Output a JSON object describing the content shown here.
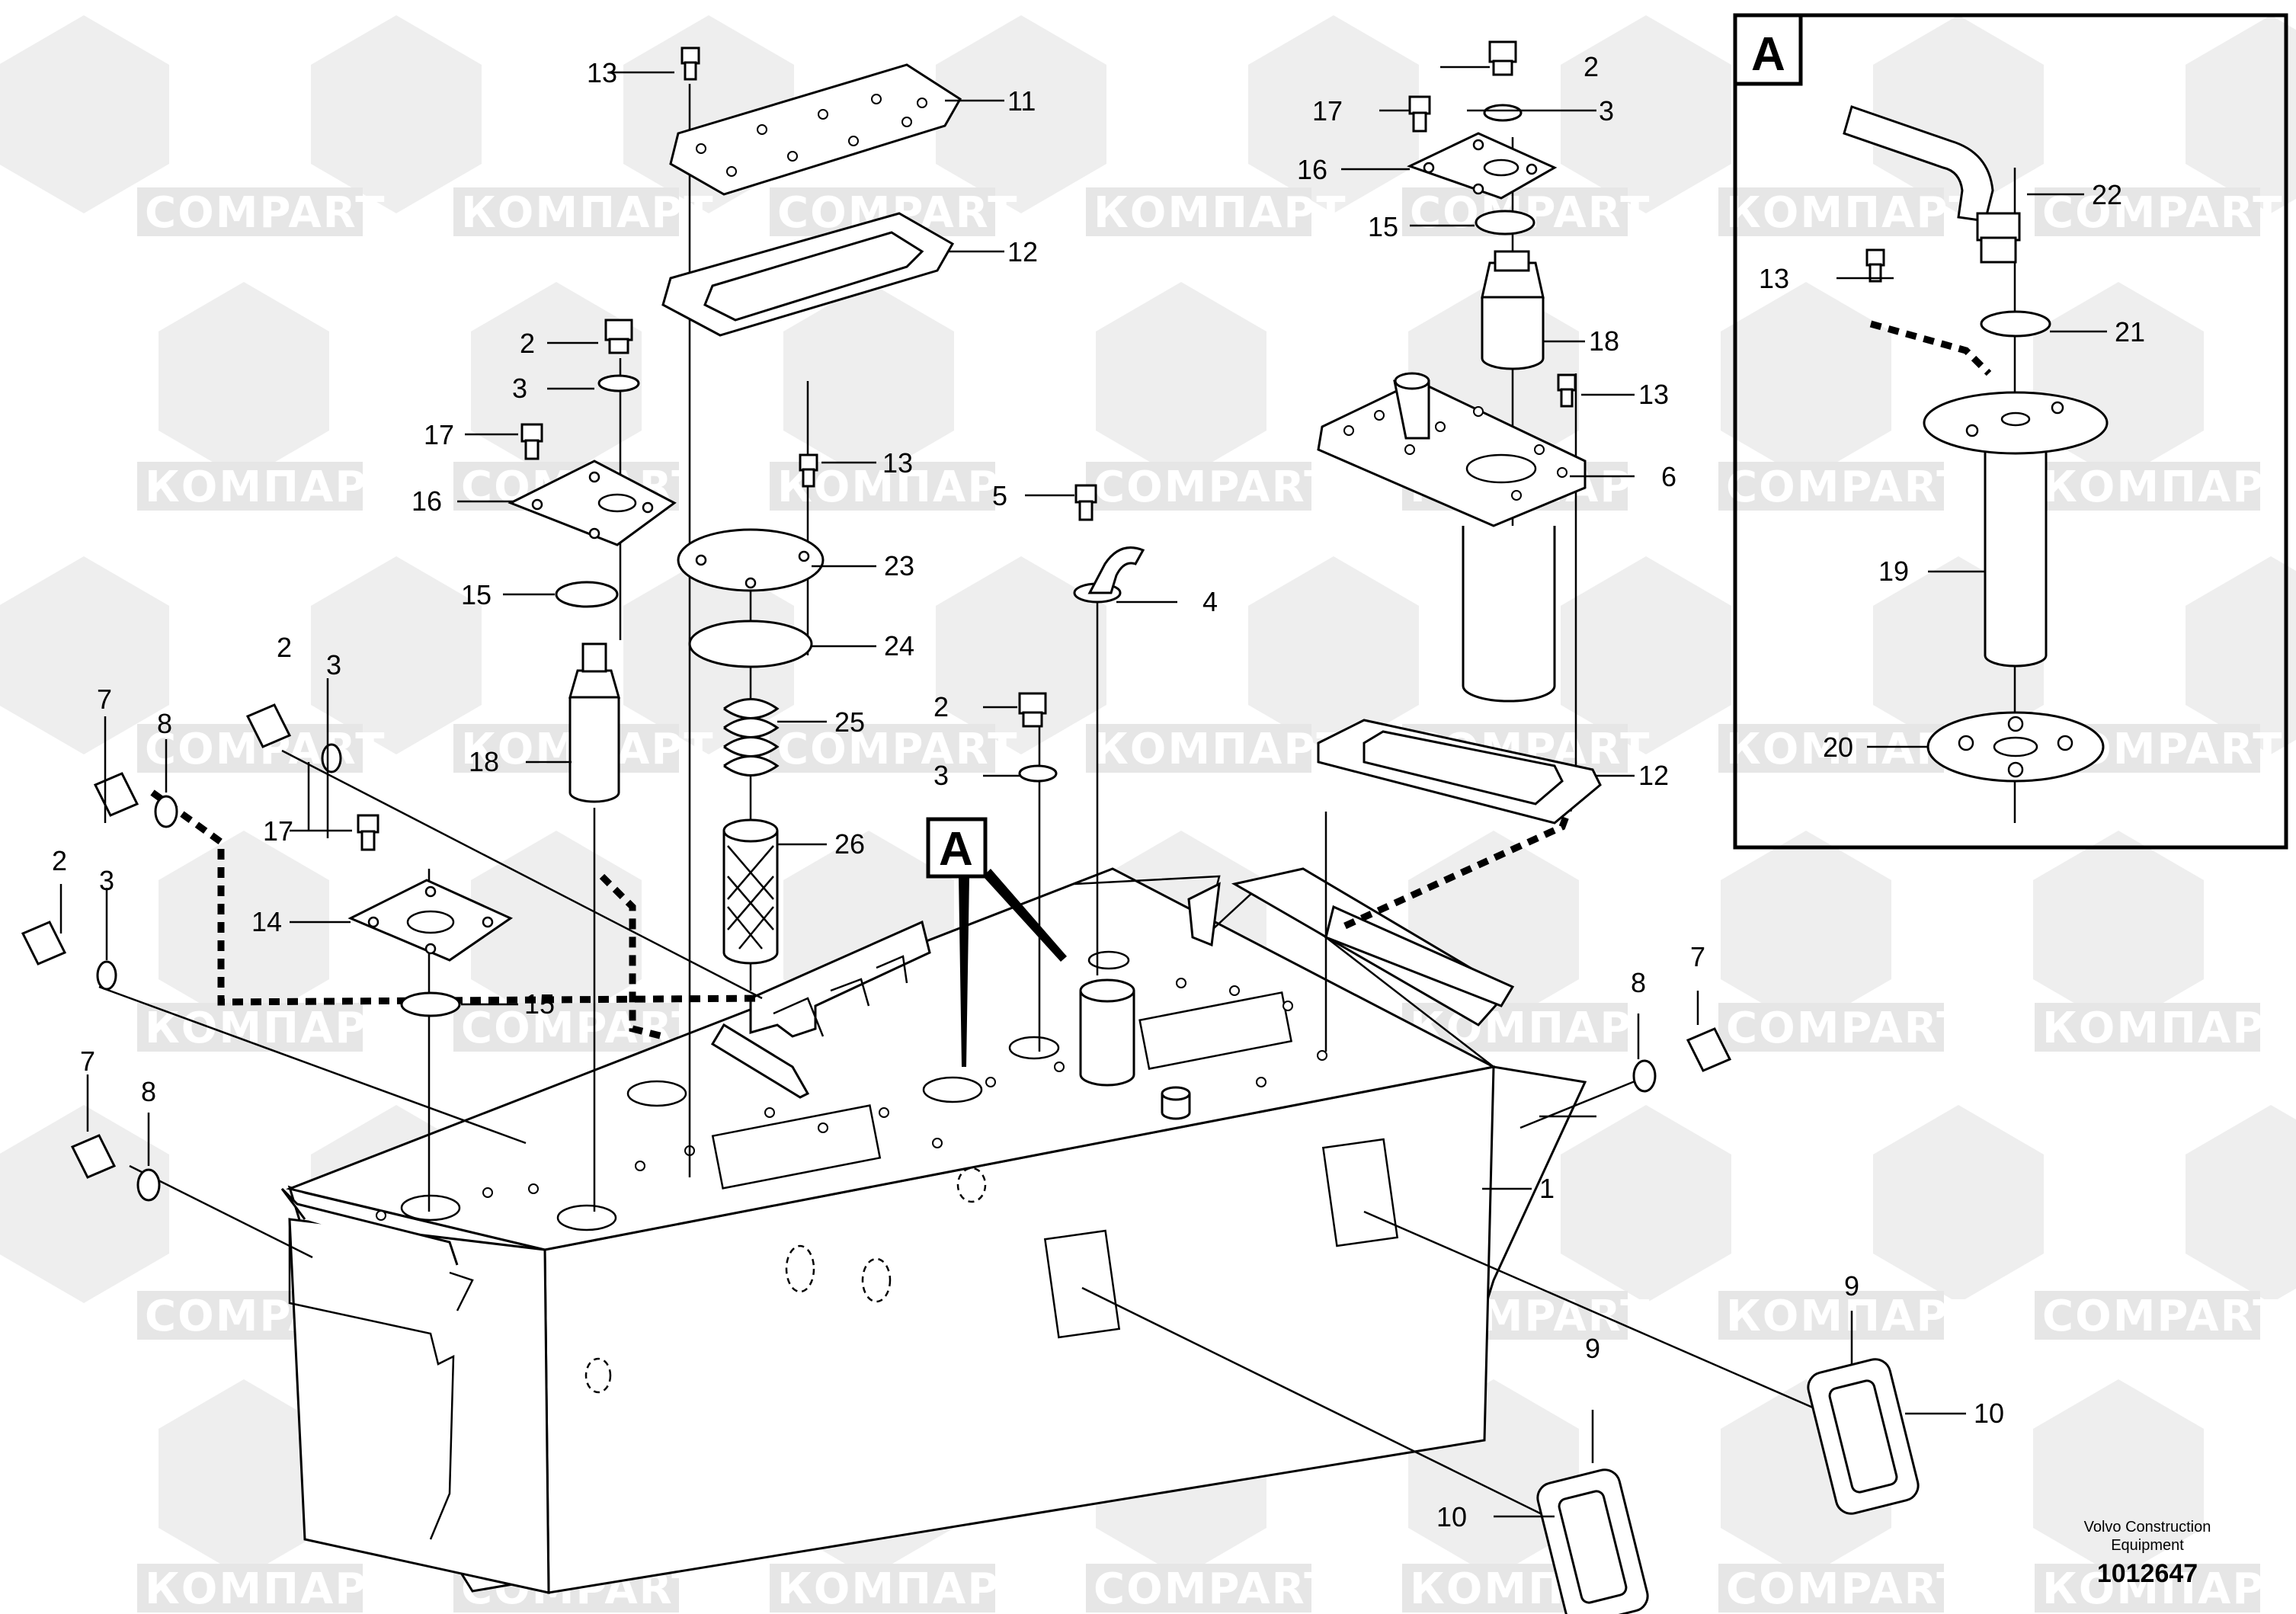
{
  "watermark": {
    "latin": "COMPART",
    "cyrillic": "КОМПАРТ"
  },
  "detail_view": {
    "label": "A"
  },
  "view_marker": {
    "label": "A"
  },
  "callouts": {
    "c1": "1",
    "c2": "2",
    "c3": "3",
    "c4": "4",
    "c5": "5",
    "c6": "6",
    "c7": "7",
    "c8": "8",
    "c9": "9",
    "c10": "10",
    "c11": "11",
    "c12": "12",
    "c13": "13",
    "c14": "14",
    "c15": "15",
    "c16": "16",
    "c17": "17",
    "c18": "18",
    "c19": "19",
    "c20": "20",
    "c21": "21",
    "c22": "22",
    "c23": "23",
    "c24": "24",
    "c25": "25",
    "c26": "26"
  },
  "credit": {
    "line1": "Volvo Construction",
    "line2": "Equipment",
    "drawing_number": "1012647"
  }
}
